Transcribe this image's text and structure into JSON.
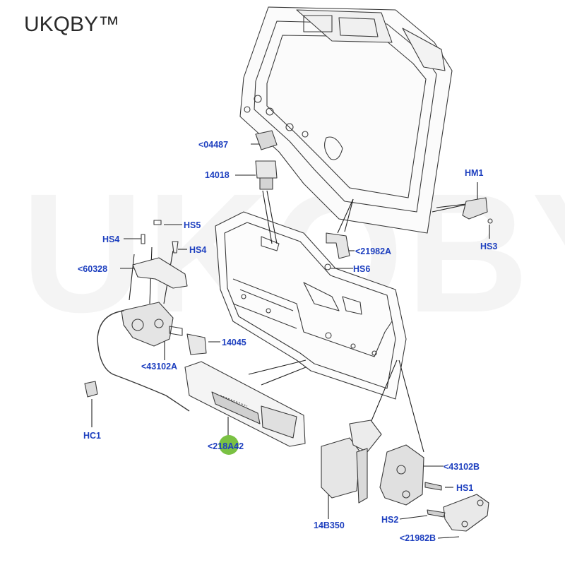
{
  "brand": {
    "text": "UKQBY™"
  },
  "watermark": {
    "text": "UKQBY™"
  },
  "colors": {
    "label": "#1d3fbf",
    "highlight": "#7ac143",
    "line": "#333333"
  },
  "callouts": {
    "p04487": "<04487",
    "p14018": "14018",
    "hm1": "HM1",
    "hs3": "HS3",
    "hs5": "HS5",
    "hs4_left": "HS4",
    "hs4_right": "HS4",
    "p60328": "<60328",
    "p21982a": "<21982A",
    "hs6": "HS6",
    "p14045": "14045",
    "p43102a": "<43102A",
    "hc1": "HC1",
    "p218a42": "<218A42",
    "p43102b": "<43102B",
    "hs1": "HS1",
    "p14b350": "14B350",
    "hs2": "HS2",
    "p21982b": "<21982B"
  }
}
